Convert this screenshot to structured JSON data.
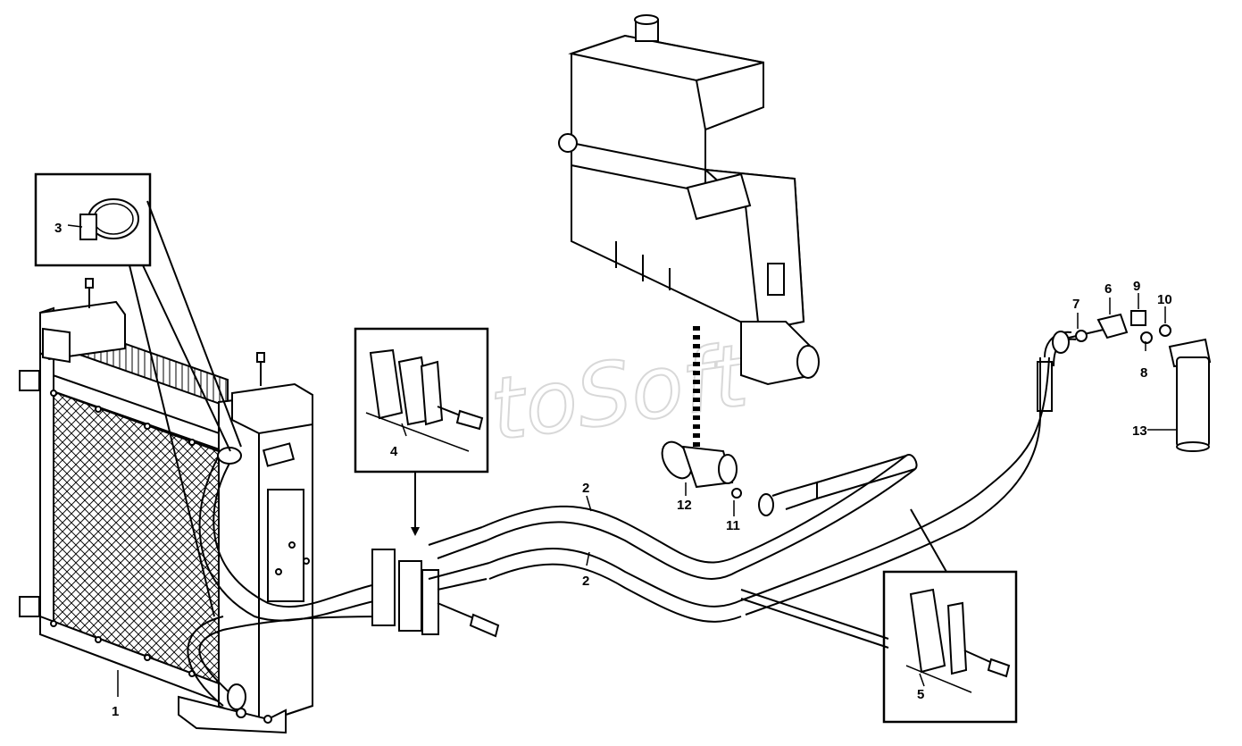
{
  "callouts": {
    "c1": "1",
    "c2a": "2",
    "c2b": "2",
    "c3": "3",
    "c4": "4",
    "c5": "5",
    "c6": "6",
    "c7": "7",
    "c8": "8",
    "c9": "9",
    "c10": "10",
    "c11": "11",
    "c12": "12",
    "c13": "13"
  },
  "watermark": "AutoSoft",
  "colors": {
    "line": "#000000",
    "fill": "#ffffff",
    "watermark": "#d8d8d8"
  }
}
